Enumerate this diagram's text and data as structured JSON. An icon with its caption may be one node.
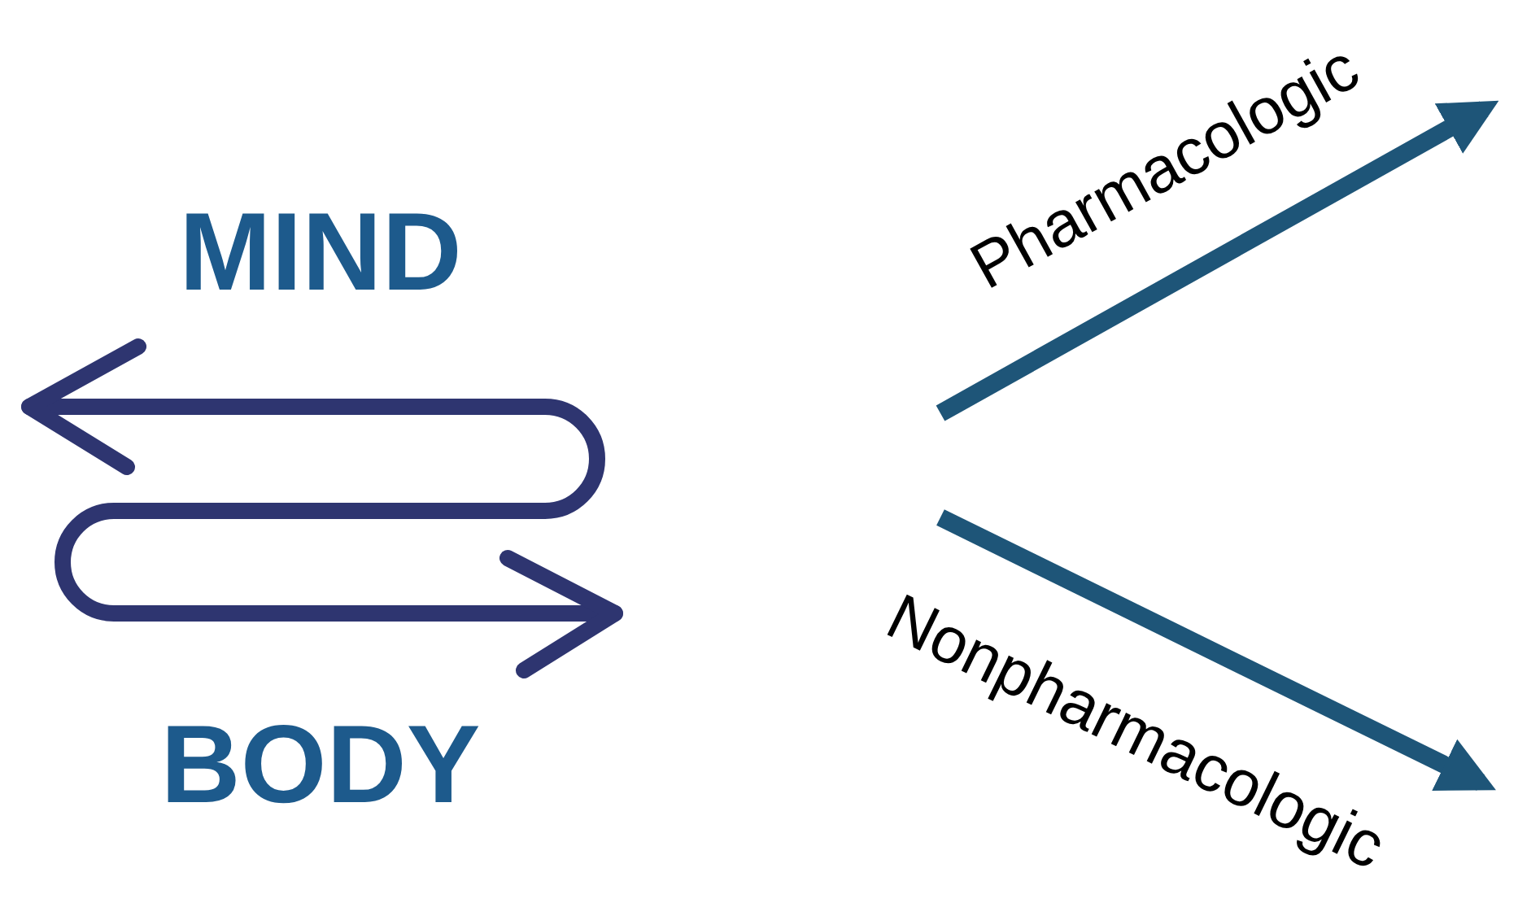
{
  "diagram": {
    "nodes": [
      {
        "text": [
          "MIND"
        ]
      },
      {
        "text": [
          "BODY"
        ]
      }
    ],
    "labels": [
      "Pharmacologic",
      "Nonpharmacologic"
    ]
  }
}
